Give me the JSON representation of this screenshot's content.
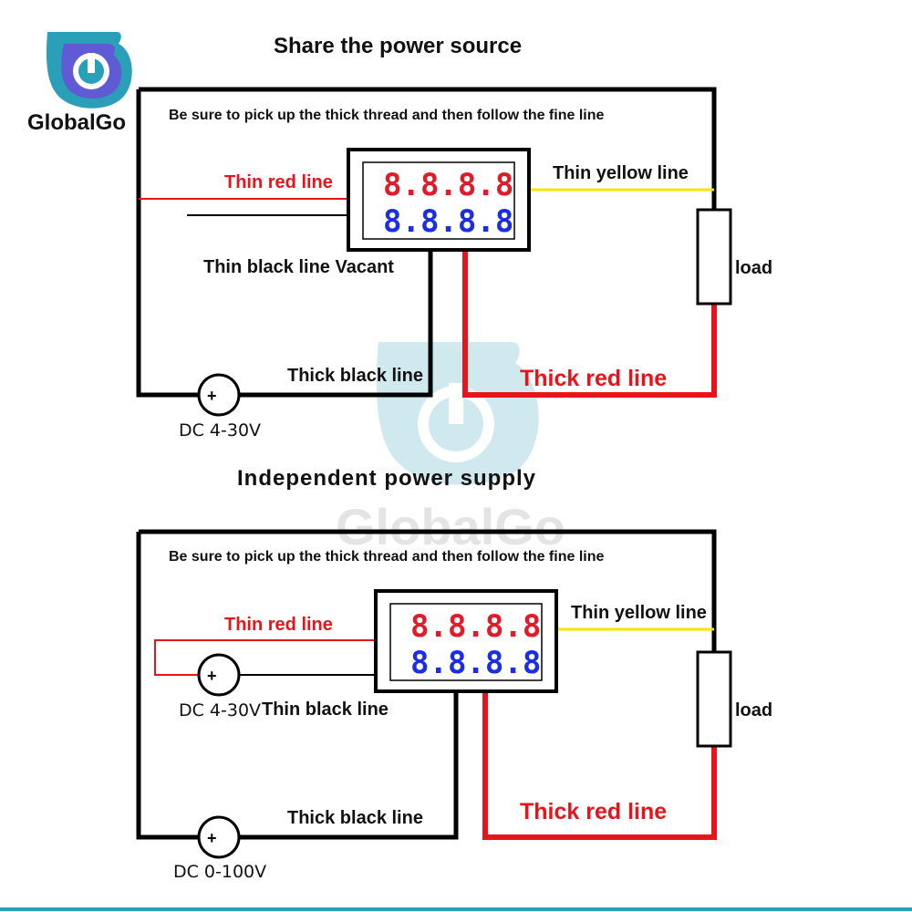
{
  "brand": {
    "name": "GlobalGo"
  },
  "colors": {
    "wire_black": "#000000",
    "wire_red": "#e8141b",
    "wire_yellow": "#f5e600",
    "accent_teal": "#2a9fb8"
  },
  "top": {
    "title": "Share the power source",
    "note": "Be sure to pick up the thick thread and then follow the fine line",
    "thin_red": "Thin red line",
    "thin_black": "Thin black line Vacant",
    "thin_yellow": "Thin yellow line",
    "load": "load",
    "thick_black": "Thick black line",
    "thick_red": "Thick red line",
    "source_label": "DC 4-30V",
    "display_top": "8.8.8.8",
    "display_bottom": "8.8.8.8"
  },
  "bottom": {
    "title": "Independent power supply",
    "note": "Be sure to pick up the thick thread and then follow the fine line",
    "thin_red": "Thin red line",
    "thin_black": "Thin black line",
    "thin_yellow": "Thin yellow line",
    "load": "load",
    "thick_black": "Thick black line",
    "thick_red": "Thick red line",
    "source1_label": "DC 4-30V",
    "source2_label": "DC 0-100V",
    "display_top": "8.8.8.8",
    "display_bottom": "8.8.8.8"
  }
}
